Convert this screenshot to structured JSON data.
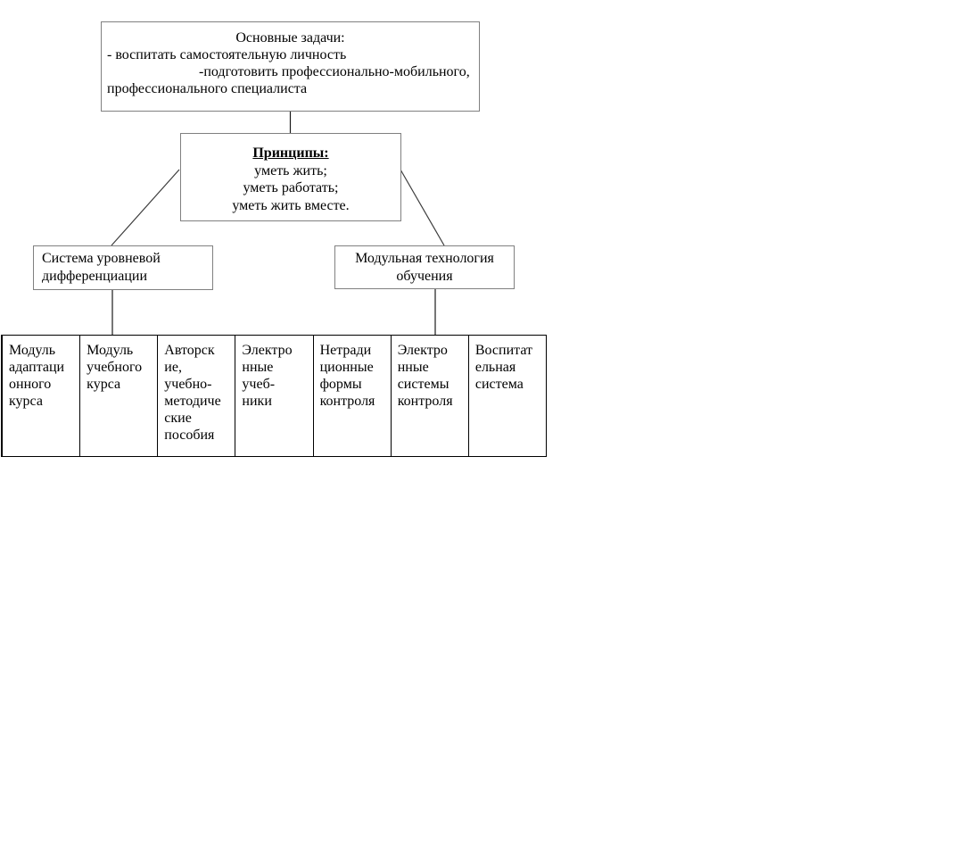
{
  "diagram": {
    "tasks_box": {
      "title": "Основные задачи:",
      "lines": [
        "- воспитать самостоятельную личность",
        "-подготовить профессионально-мобильного,",
        "профессионального специалиста"
      ]
    },
    "principles_box": {
      "title": "Принципы:",
      "lines": [
        "уметь жить;",
        "уметь работать;",
        "уметь жить вместе."
      ]
    },
    "level_box": {
      "label": "Система уровневой дифференциации"
    },
    "module_box": {
      "label": "Модульная технология обучения"
    },
    "cells": [
      "Модуль\nадаптаци\nонного\nкурса",
      "Модуль\nучебного\nкурса",
      "Авторск\nие,\nучебно-\nметодиче\nские\nпособия",
      "Электро\nнные\nучеб-\nники",
      "Нетради\nционные\nформы\nконтроля",
      "Электро\nнные\nсистемы\nконтроля",
      "Воспитат\nельная\nсистема"
    ],
    "colors": {
      "box_border": "#808080",
      "table_border": "#000000",
      "connector": "#1a1a1a",
      "text": "#000000",
      "background": "#ffffff"
    }
  }
}
